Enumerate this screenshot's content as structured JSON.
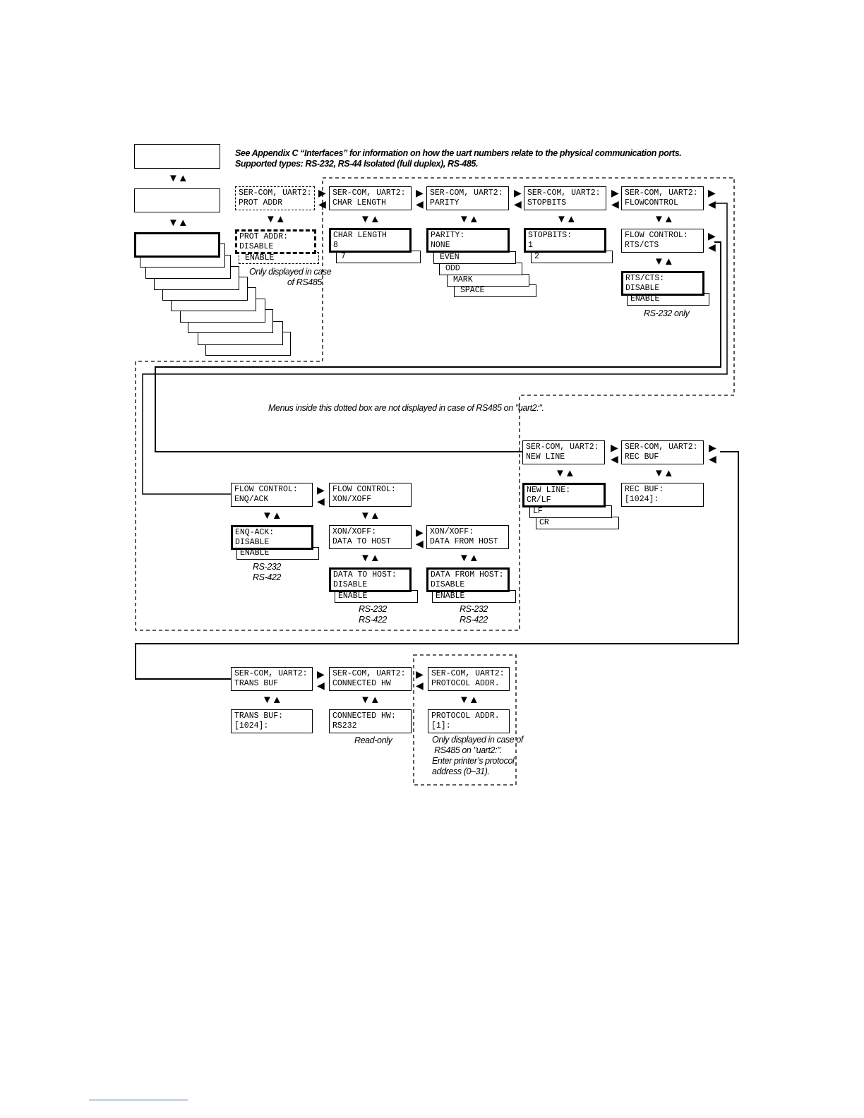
{
  "header": {
    "line1": "See Appendix C “Interfaces” for information on how the uart numbers relate to the physical communication ports.",
    "line2": "Supported types:  RS-232, RS-44 Isolated (full duplex), RS-485."
  },
  "row1": {
    "prot_addr_menu": "SER-COM, UART2:\nPROT ADDR",
    "prot_addr_value": "PROT ADDR:\nDISABLE",
    "prot_addr_enable": "ENABLE",
    "prot_addr_note": "Only displayed in case\nof RS485.",
    "char_length_menu": "SER-COM, UART2:\nCHAR LENGTH",
    "char_length_value": "CHAR LENGTH\n8",
    "char_length_opt": "7",
    "parity_menu": "SER-COM, UART2:\nPARITY",
    "parity_value": "PARITY:\nNONE",
    "parity_opts": [
      "EVEN",
      "ODD",
      "MARK",
      "SPACE"
    ],
    "stopbits_menu": "SER-COM, UART2:\nSTOPBITS",
    "stopbits_value": "STOPBITS:\n1",
    "stopbits_opt": "2",
    "flowcontrol_menu": "SER-COM, UART2:\nFLOWCONTROL",
    "flow_rtscts": "FLOW CONTROL:\nRTS/CTS",
    "rtscts_value": "RTS/CTS:\nDISABLE",
    "rtscts_enable": "ENABLE",
    "rtscts_note": "RS-232 only"
  },
  "dotted_note": "Menus inside this dotted box are not displayed in case of RS485 on \"uart2:\".",
  "row2": {
    "flow_enqack": "FLOW CONTROL:\nENQ/ACK",
    "flow_xonxoff": "FLOW CONTROL:\nXON/XOFF",
    "enqack_value": "ENQ-ACK:\nDISABLE",
    "enqack_enable": "ENABLE",
    "enqack_note": "RS-232\nRS-422",
    "xon_to_host": "XON/XOFF:\nDATA TO HOST",
    "xon_from_host": "XON/XOFF:\nDATA FROM HOST",
    "to_host_value": "DATA TO HOST:\nDISABLE",
    "to_host_enable": "ENABLE",
    "to_host_note": "RS-232\nRS-422",
    "from_host_value": "DATA FROM HOST:\nDISABLE",
    "from_host_enable": "ENABLE",
    "from_host_note": "RS-232\nRS-422",
    "newline_menu": "SER-COM, UART2:\nNEW LINE",
    "newline_value": "NEW LINE:\nCR/LF",
    "newline_opts": [
      "LF",
      "CR"
    ],
    "recbuf_menu": "SER-COM, UART2:\nREC BUF",
    "recbuf_value": "REC BUF:\n[1024]:"
  },
  "row3": {
    "transbuf_menu": "SER-COM, UART2:\nTRANS BUF",
    "transbuf_value": "TRANS BUF:\n[1024]:",
    "connhw_menu": "SER-COM, UART2:\nCONNECTED HW",
    "connhw_value": "CONNECTED HW:\nRS232",
    "connhw_note": "Read-only",
    "protaddr_menu": "SER-COM, UART2:\nPROTOCOL ADDR.",
    "protaddr_value": "PROTOCOL ADDR.\n[1]:",
    "protaddr_note": "Only displayed in case of\n RS485 on \"uart2:\".\nEnter printer’s protocol\naddress (0–31)."
  },
  "glyphs": {
    "updown": "▼▲",
    "right": "▶",
    "left": "◀"
  }
}
